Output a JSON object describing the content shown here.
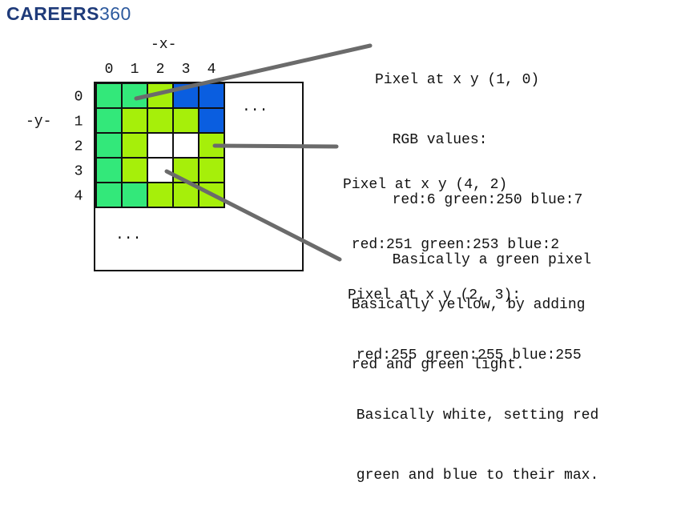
{
  "logo": {
    "word": "CAREERS",
    "number": "360",
    "color_word": "#1f3b7a",
    "color_number": "#2d5a9e"
  },
  "axes": {
    "x_label": "-x-",
    "y_label": "-y-",
    "x_ticks": [
      "0",
      "1",
      "2",
      "3",
      "4"
    ],
    "y_ticks": [
      "0",
      "1",
      "2",
      "3",
      "4"
    ]
  },
  "grid": {
    "colors": {
      "G": "#33e87a",
      "L": "#a6ef0a",
      "B": "#0a5ee0",
      "W": "#ffffff"
    },
    "rows": [
      [
        "G",
        "G",
        "L",
        "B",
        "B"
      ],
      [
        "G",
        "L",
        "L",
        "L",
        "B"
      ],
      [
        "G",
        "L",
        "W",
        "W",
        "L"
      ],
      [
        "G",
        "L",
        "W",
        "L",
        "L"
      ],
      [
        "G",
        "G",
        "L",
        "L",
        "L"
      ]
    ],
    "ellipsis_right": "...",
    "ellipsis_bottom": "..."
  },
  "callouts": [
    {
      "lines": [
        "Pixel at x y (1, 0)",
        "  RGB values:",
        "  red:6 green:250 blue:7",
        "  Basically a green pixel"
      ]
    },
    {
      "lines": [
        "Pixel at x y (4, 2)",
        " red:251 green:253 blue:2",
        " Basically yellow, by adding",
        " red and green light."
      ]
    },
    {
      "lines": [
        "Pixel at x y (2, 3):",
        " red:255 green:255 blue:255",
        " Basically white, setting red",
        " green and blue to their max."
      ]
    }
  ],
  "leader_color": "#6b6b6b"
}
